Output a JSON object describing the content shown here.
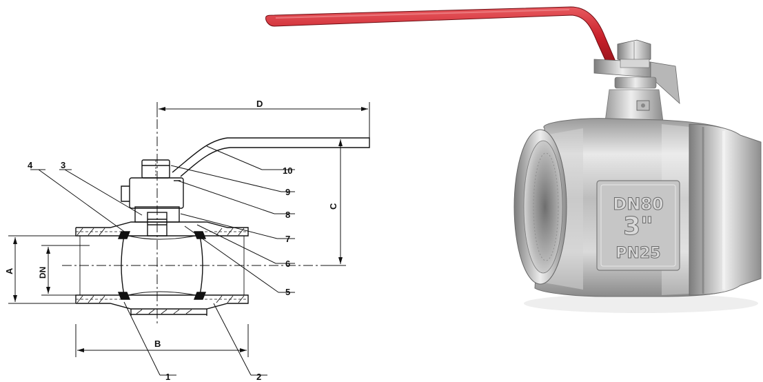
{
  "drawing": {
    "dimension_labels": {
      "a": "A",
      "b": "B",
      "c": "C",
      "d": "D",
      "dn": "DN"
    },
    "part_labels": {
      "p1": "1",
      "p2": "2",
      "p3": "3",
      "p4": "4",
      "p5": "5",
      "p6": "6",
      "p7": "7",
      "p8": "8",
      "p9": "9",
      "p10": "10"
    }
  },
  "photo": {
    "body_marking": {
      "line1": "DN80",
      "line2": "3\"",
      "line3": "PN25"
    },
    "colors": {
      "handle": "#c8202a",
      "body": "#c9c9c9"
    }
  }
}
